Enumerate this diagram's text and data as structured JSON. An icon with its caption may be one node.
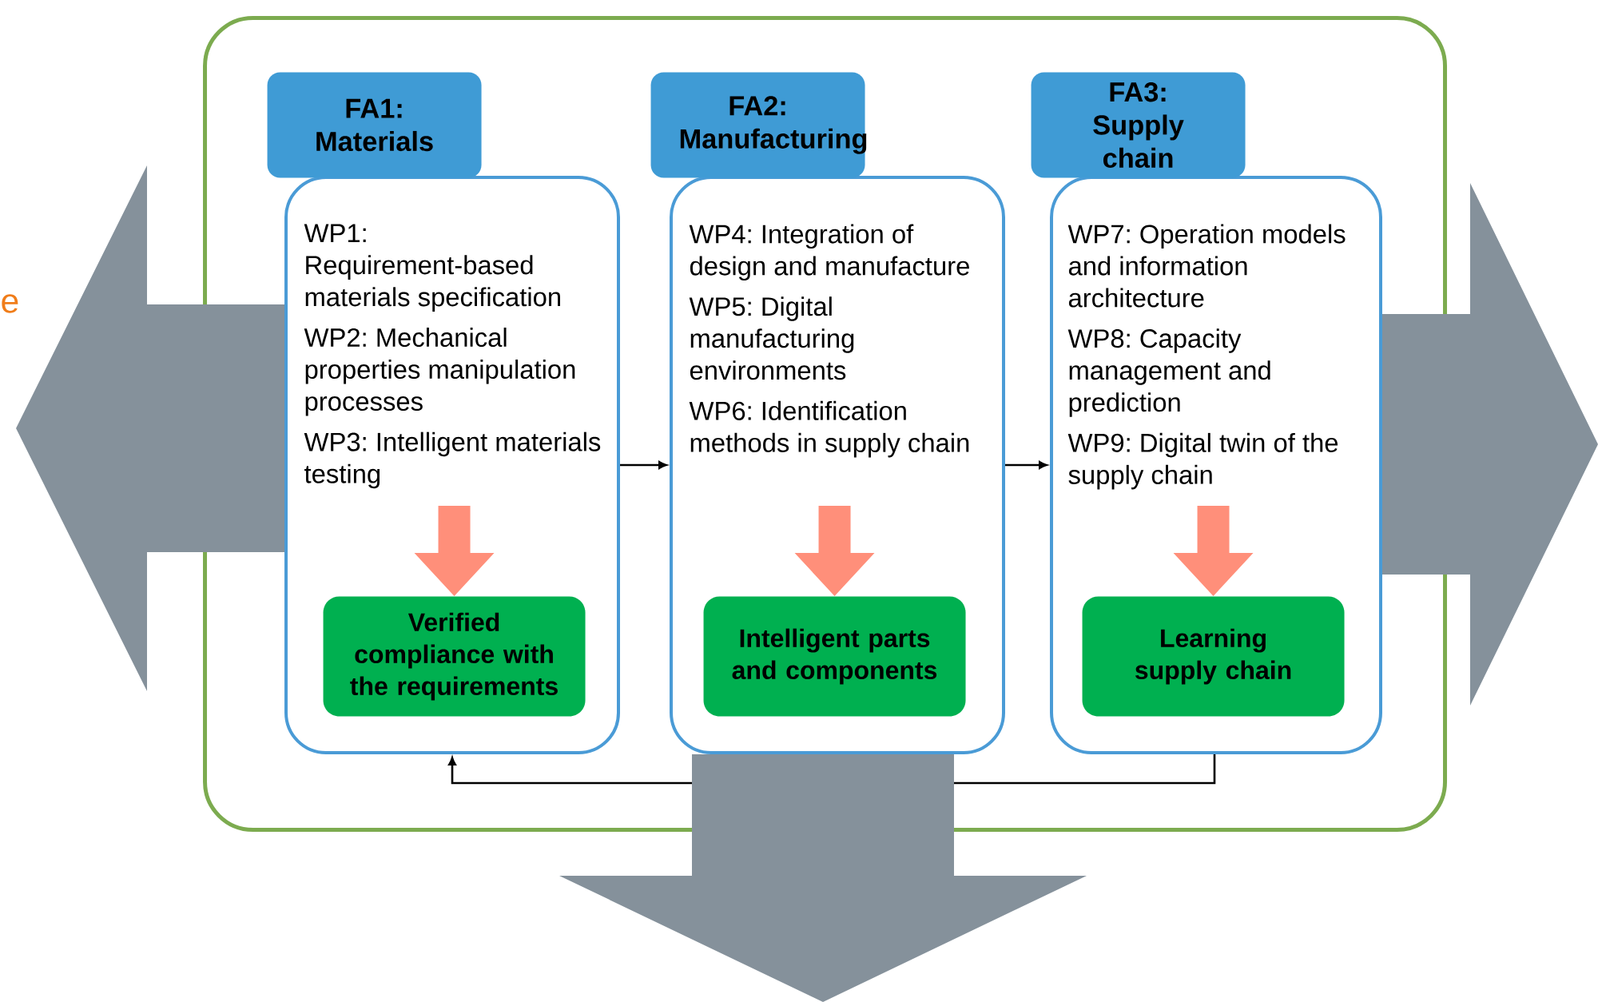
{
  "diagram": {
    "nodes": [
      {
        "text": [],
        "shape": "box"
      },
      {
        "text": [
          "FA1: Materials"
        ],
        "in": 0
      },
      {
        "text": [
          "WP1: Requirement-based materials specification",
          "WP2: Mechanical properties manipulation processes",
          "WP3: Intelligent materials testing"
        ],
        "in": 1
      },
      {
        "text": [
          "Verified compliance with the requirements"
        ],
        "in": 1
      },
      {
        "text": [
          "FA2: Manufacturing"
        ],
        "in": 0
      },
      {
        "text": [
          "WP4: Integration of design and manufacture",
          "WP5: Digital manufacturing environments",
          "WP6: Identification methods in supply chain"
        ],
        "in": 4
      },
      {
        "text": [
          "Intelligent parts and components"
        ],
        "in": 4
      },
      {
        "text": [
          "FA3: Supply chain"
        ],
        "in": 0
      },
      {
        "text": [
          "WP7: Operation models and information architecture",
          "WP8: Capacity management and prediction",
          "WP9: Digital twin of the supply chain"
        ],
        "in": 7
      },
      {
        "text": [
          "Learning supply chain"
        ],
        "in": 7
      }
    ],
    "edges": [
      {
        "from": 1,
        "to": 4,
        "arrow": "to"
      },
      {
        "from": 4,
        "to": 7,
        "arrow": "to"
      },
      {
        "from": 7,
        "to": 1,
        "arrow": "to"
      },
      {
        "from": 2,
        "to": 3,
        "arrow": "to",
        "style": "thick",
        "color": "#ff8f7a"
      },
      {
        "from": 5,
        "to": 6,
        "arrow": "to",
        "style": "thick",
        "color": "#ff8f7a"
      },
      {
        "from": 8,
        "to": 9,
        "arrow": "to",
        "style": "thick",
        "color": "#ff8f7a"
      },
      {
        "from": 1,
        "to": null,
        "arrow": "to",
        "style": "thick",
        "color": "#85919b"
      },
      {
        "from": 7,
        "to": null,
        "arrow": "to",
        "style": "thick",
        "color": "#85919b"
      },
      {
        "from": 4,
        "to": null,
        "arrow": "to",
        "style": "thick",
        "color": "#85919b"
      }
    ],
    "labels": [
      "e"
    ]
  }
}
